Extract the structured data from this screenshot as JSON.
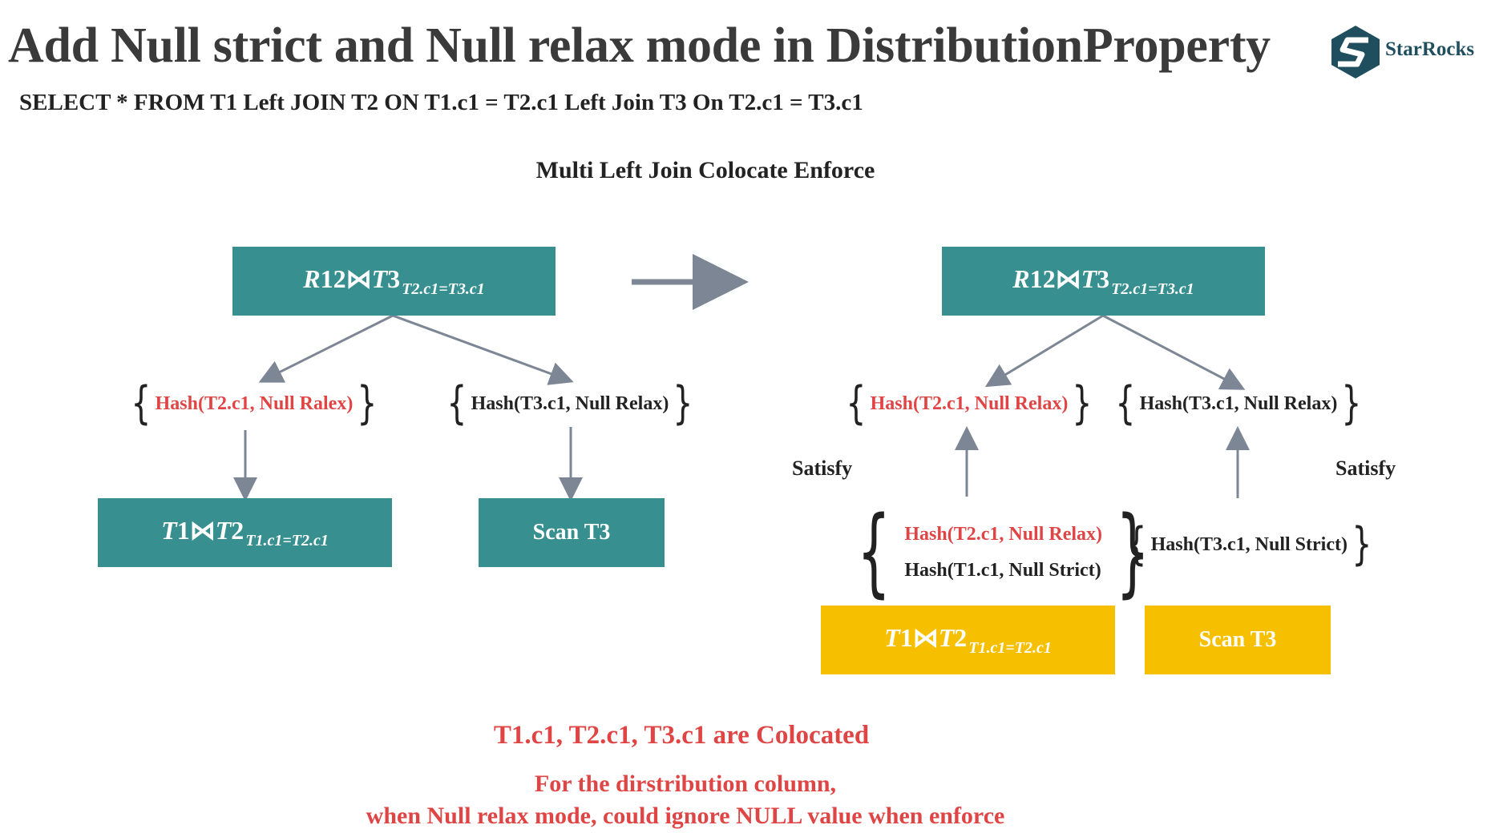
{
  "title": "Add Null strict and Null relax mode in DistributionProperty",
  "subtitle": "SELECT * FROM T1 Left JOIN T2 ON T1.c1 = T2.c1 Left Join T3 On T2.c1 = T3.c1",
  "logo_text": "StarRocks",
  "diagram_title": "Multi Left Join Colocate Enforce",
  "left_plan": {
    "root": {
      "lhs": "R",
      "num": "12",
      "join": "⋈",
      "rhs": "T",
      "rhs_num": "3",
      "cond": "T2.c1=T3.c1"
    },
    "left_prop": "Hash(T2.c1, Null Ralex)",
    "right_prop": "Hash(T3.c1, Null Relax)",
    "left_child": {
      "lhs": "T",
      "num": "1",
      "join": "⋈",
      "rhs": "T",
      "rhs_num": "2",
      "cond": "T1.c1=T2.c1"
    },
    "right_child": "Scan T3"
  },
  "right_plan": {
    "root": {
      "lhs": "R",
      "num": "12",
      "join": "⋈",
      "rhs": "T",
      "rhs_num": "3",
      "cond": "T2.c1=T3.c1"
    },
    "left_required": "Hash(T2.c1, Null Relax)",
    "right_required": "Hash(T3.c1, Null Relax)",
    "satisfy_left": "Satisfy",
    "satisfy_right": "Satisfy",
    "left_output_1": "Hash(T2.c1, Null Relax)",
    "left_output_2": "Hash(T1.c1, Null Strict)",
    "right_output": "Hash(T3.c1, Null Strict)",
    "left_child": {
      "lhs": "T",
      "num": "1",
      "join": "⋈",
      "rhs": "T",
      "rhs_num": "2",
      "cond": "T1.c1=T2.c1"
    },
    "right_child": "Scan T3"
  },
  "note_colocated": "T1.c1, T2.c1, T3.c1 are Colocated",
  "note_line1": "For the dirstribution column,",
  "note_line2": "when Null relax mode, could ignore NULL value when enforce",
  "colors": {
    "teal": "#388f8f",
    "gold": "#f6c000",
    "red": "#e04545",
    "arrow": "#7c8694"
  }
}
